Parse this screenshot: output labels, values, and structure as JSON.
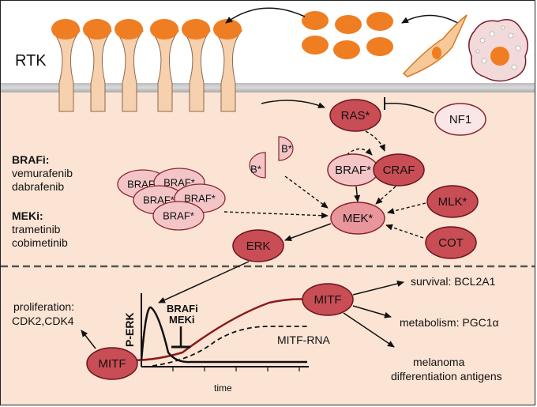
{
  "rtk": "RTK",
  "nodes": {
    "ras": "RAS*",
    "nf1": "NF1",
    "braf_mut": "BRAF*",
    "craf": "CRAF",
    "mek": "MEK*",
    "mlk": "MLK*",
    "cot": "COT",
    "erk": "ERK",
    "mitf_left": "MITF",
    "mitf_right": "MITF",
    "b_star_1": "B*",
    "b_star_2": "B*",
    "braf_cluster": "BRAF*"
  },
  "inhibitors": {
    "brafi_title": "BRAFi:",
    "brafi_drug1": "vemurafenib",
    "brafi_drug2": "dabrafenib",
    "meki_title": "MEKi:",
    "meki_drug1": "trametinib",
    "meki_drug2": "cobimetinib"
  },
  "outputs": {
    "proliferation": "proliferation:",
    "cdk": "CDK2,CDK4",
    "survival": "survival: BCL2A1",
    "metabolism": "metabolism: PGC1α",
    "melanoma1": "melanoma",
    "melanoma2": "differentiation antigens"
  },
  "graph": {
    "ylabel": "P-ERK",
    "xlabel": "time",
    "drug1": "BRAFi",
    "drug2": "MEKi",
    "mitf_rna": "MITF-RNA"
  },
  "colors": {
    "membrane_bg": "#fbe4d4",
    "receptor_fill": "#f7d0ae",
    "ligand": "#ef7d22",
    "node_dark": "#c94d55",
    "node_mid": "#e8969b",
    "node_light": "#f3c5c7",
    "node_pale": "#fbe6e7",
    "curve_red": "#8b1a1a"
  }
}
